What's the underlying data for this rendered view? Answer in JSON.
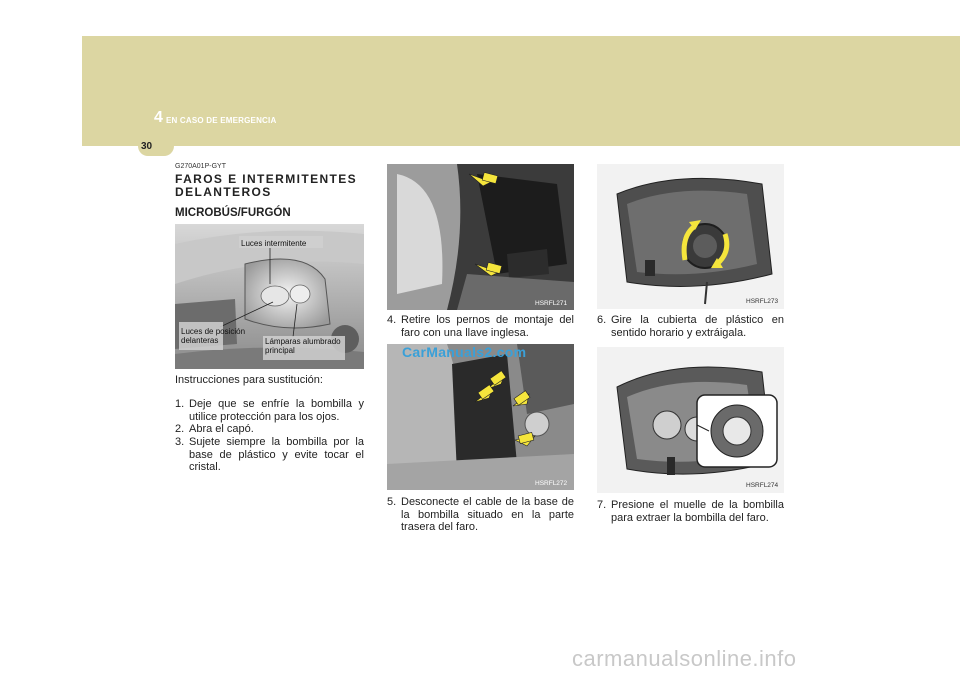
{
  "header": {
    "chapter_number": "4",
    "chapter_title": "EN CASO DE EMERGENCIA",
    "page_number": "30",
    "accent_color": "#dcd6a2"
  },
  "section": {
    "code": "G270A01P-GYT",
    "title": "FAROS E INTERMITENTES DELANTEROS",
    "subtitle": "MICROBÚS/FURGÓN"
  },
  "figure_main": {
    "label_turn": "Luces intermitente",
    "label_position": "Luces de posición delanteras",
    "label_main": "Lámparas alumbrado principal"
  },
  "intro": "Instrucciones para sustitución:",
  "steps_left": [
    {
      "num": "1.",
      "text": "Deje que se enfríe la bombilla y utilice protección para los ojos."
    },
    {
      "num": "2.",
      "text": "Abra el capó."
    },
    {
      "num": "3.",
      "text": "Sujete siempre la bombilla por la base de plástico y evite tocar el cristal."
    }
  ],
  "figures": {
    "fig271": "HSRFL271",
    "fig272": "HSRFL272",
    "fig273": "HSRFL273",
    "fig274": "HSRFL274"
  },
  "steps_right": [
    {
      "num": "4.",
      "text": "Retire los pernos de montaje del faro con una llave inglesa."
    },
    {
      "num": "5.",
      "text": "Desconecte el cable de la base de la bombilla situado en la parte trasera del faro."
    },
    {
      "num": "6.",
      "text": "Gire la cubierta de plástico en sentido horario y extráigala."
    },
    {
      "num": "7.",
      "text": "Presione el muelle de la bombilla para extraer la bombilla del faro."
    }
  ],
  "watermark": "CarManuals2.com",
  "footer_watermark": "carmanualsonline.info"
}
